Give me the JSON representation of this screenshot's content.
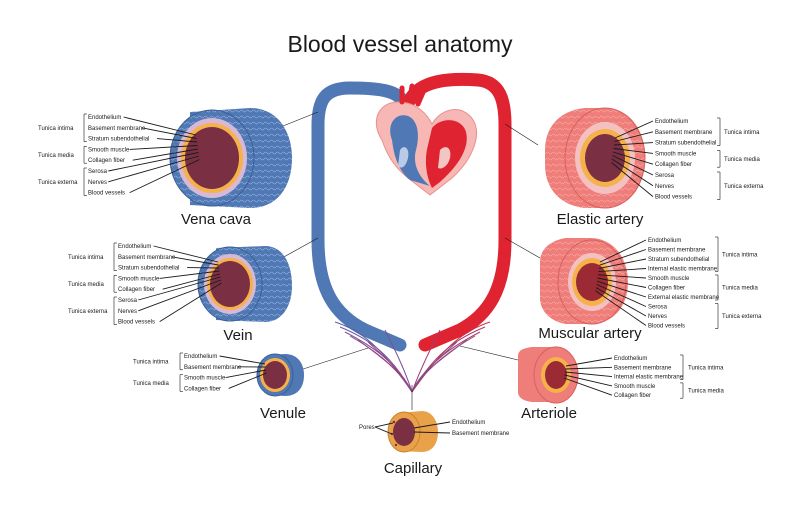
{
  "title": "Blood vessel anatomy",
  "colors": {
    "vein_blue": "#4f78b5",
    "vein_blue_dark": "#3c5f96",
    "artery_red": "#e02331",
    "artery_pink": "#ef7d7a",
    "lumen": "#7a2f43",
    "lumen_artery": "#9b2a35",
    "endothelium": "#f6b24a",
    "capillary_orange": "#e9a24a"
  },
  "vessels": {
    "vena_cava": {
      "name": "Vena cava",
      "layers": [
        "Endothelium",
        "Basement membrane",
        "Stratum subendothelial",
        "Smooth muscle",
        "Collagen fiber",
        "Serosa",
        "Nerves",
        "Blood vessels"
      ],
      "groups": [
        "Tunica intima",
        "Tunica media",
        "Tunica externa"
      ]
    },
    "vein": {
      "name": "Vein",
      "layers": [
        "Endothelium",
        "Basement membrane",
        "Stratum subendothelial",
        "Smooth muscle",
        "Collagen fiber",
        "Serosa",
        "Nerves",
        "Blood vessels"
      ],
      "groups": [
        "Tunica intima",
        "Tunica media",
        "Tunica externa"
      ]
    },
    "venule": {
      "name": "Venule",
      "layers": [
        "Endothelium",
        "Basement membrane",
        "Smooth muscle",
        "Collagen fiber"
      ],
      "groups": [
        "Tunica intima",
        "Tunica media"
      ]
    },
    "capillary": {
      "name": "Capillary",
      "pores": "Pores",
      "layers": [
        "Endothelium",
        "Basement membrane"
      ]
    },
    "elastic_artery": {
      "name": "Elastic artery",
      "layers": [
        "Endothelium",
        "Basement membrane",
        "Stratum subendothelial",
        "Smooth muscle",
        "Collagen fiber",
        "Serosa",
        "Nerves",
        "Blood vessels"
      ],
      "groups": [
        "Tunica intima",
        "Tunica media",
        "Tunica externa"
      ]
    },
    "muscular_artery": {
      "name": "Muscular artery",
      "layers": [
        "Endothelium",
        "Basement membrane",
        "Stratum subendothelial",
        "Internal elastic membrane",
        "Smooth muscle",
        "Collagen fiber",
        "External elastic membrane",
        "Serosa",
        "Nerves",
        "Blood vessels"
      ],
      "groups": [
        "Tunica intima",
        "Tunica media",
        "Tunica externa"
      ]
    },
    "arteriole": {
      "name": "Arteriole",
      "layers": [
        "Endothelium",
        "Basement membrane",
        "Internal elastic membrane",
        "Smooth muscle",
        "Collagen fiber"
      ],
      "groups": [
        "Tunica intima",
        "Tunica media"
      ]
    }
  }
}
